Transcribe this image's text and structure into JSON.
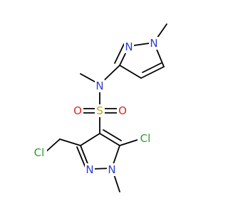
{
  "molecule": {
    "atoms": {
      "n_pyr_top_1": {
        "symbol": "N",
        "color": "#2a3fd6"
      },
      "n_pyr_top_2": {
        "symbol": "N",
        "color": "#2a3fd6"
      },
      "n_amide": {
        "symbol": "N",
        "color": "#2a3fd6"
      },
      "s_sulfonyl": {
        "symbol": "S",
        "color": "#c4a60a"
      },
      "o_left": {
        "symbol": "O",
        "color": "#e0271e"
      },
      "o_right": {
        "symbol": "O",
        "color": "#e0271e"
      },
      "cl_left": {
        "symbol": "Cl",
        "color": "#2a9d2a"
      },
      "cl_right": {
        "symbol": "Cl",
        "color": "#2a9d2a"
      },
      "n_pyr_bot_1": {
        "symbol": "N",
        "color": "#2a3fd6"
      },
      "n_pyr_bot_2": {
        "symbol": "N",
        "color": "#2a3fd6"
      }
    }
  }
}
